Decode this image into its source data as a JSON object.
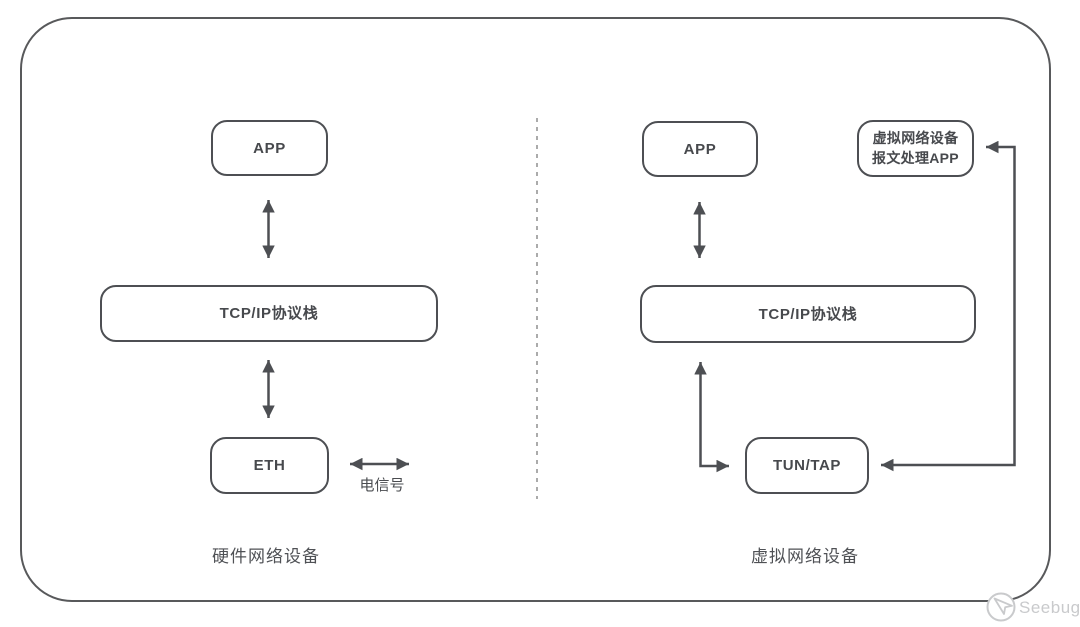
{
  "diagram": {
    "left_section": {
      "app_label": "APP",
      "tcpip_label": "TCP/IP协议栈",
      "eth_label": "ETH",
      "signal_label": "电信号",
      "caption": "硬件网络设备"
    },
    "right_section": {
      "app_label": "APP",
      "vdev_app_line1": "虚拟网络设备",
      "vdev_app_line2": "报文处理APP",
      "tcpip_label": "TCP/IP协议栈",
      "tuntap_label": "TUN/TAP",
      "caption": "虚拟网络设备"
    },
    "watermark": "Seebug",
    "colors": {
      "line": "#4d4f53",
      "frame_border": "#58595b",
      "divider": "#ababab",
      "watermark": "#c9cacc"
    }
  }
}
